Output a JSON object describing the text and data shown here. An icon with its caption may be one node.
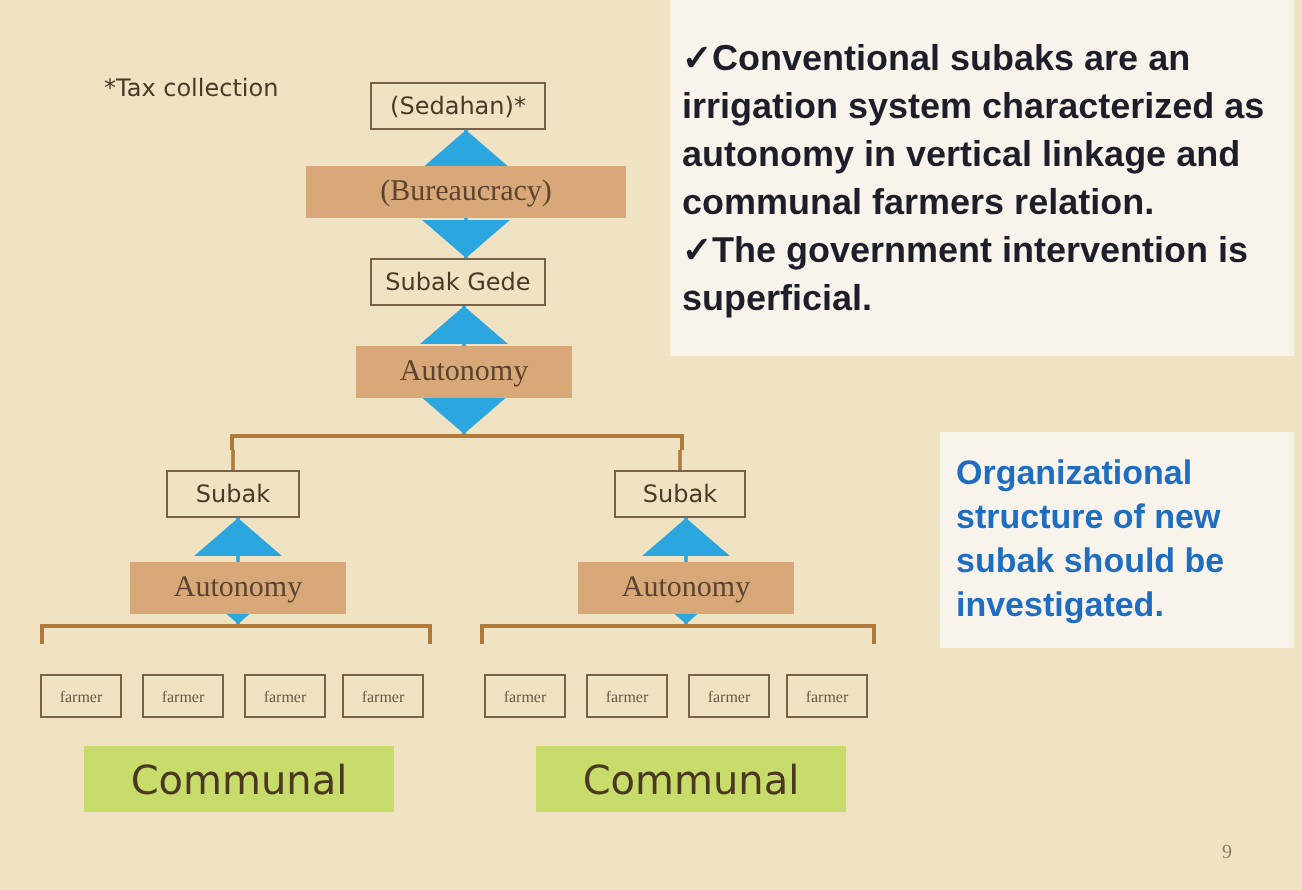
{
  "diagram": {
    "nodes": [
      {
        "text": [
          "(Sedahan)*"
        ]
      },
      {
        "text": [
          "(Bureaucracy)"
        ]
      },
      {
        "text": [
          "Subak Gede"
        ]
      },
      {
        "text": [
          "Autonomy"
        ]
      },
      {
        "text": [
          "Subak"
        ]
      },
      {
        "text": [
          "Subak"
        ]
      },
      {
        "text": [
          "Autonomy"
        ]
      },
      {
        "text": [
          "Autonomy"
        ]
      },
      {
        "text": [
          "farmer"
        ]
      },
      {
        "text": [
          "farmer"
        ]
      },
      {
        "text": [
          "farmer"
        ]
      },
      {
        "text": [
          "farmer"
        ]
      },
      {
        "text": [
          "farmer"
        ]
      },
      {
        "text": [
          "farmer"
        ]
      },
      {
        "text": [
          "farmer"
        ]
      },
      {
        "text": [
          "farmer"
        ]
      },
      {
        "text": [
          "Communal"
        ]
      },
      {
        "text": [
          "Communal"
        ]
      },
      {
        "text": [
          "✓Conventional subaks are an irrigation system characterized as autonomy in vertical linkage and communal farmers relation.",
          "✓The government intervention is superficial."
        ]
      },
      {
        "text": [
          "Organizational structure of new subak should be investigated."
        ]
      },
      {
        "text": [],
        "shape": "bracket"
      },
      {
        "text": [],
        "shape": "bracket"
      },
      {
        "text": [],
        "shape": "bracket"
      }
    ],
    "edges": [
      {
        "from": 1,
        "to": 0,
        "arrow": "to"
      },
      {
        "from": 1,
        "to": 2,
        "arrow": "to"
      },
      {
        "from": 3,
        "to": 2,
        "arrow": "to"
      },
      {
        "from": 3,
        "to": 20,
        "arrow": "to"
      },
      {
        "from": 20,
        "to": 4,
        "arrow": "none",
        "color": "#b07a3a"
      },
      {
        "from": 20,
        "to": 5,
        "arrow": "none",
        "color": "#b07a3a"
      },
      {
        "from": 6,
        "to": 4,
        "arrow": "to"
      },
      {
        "from": 7,
        "to": 5,
        "arrow": "to"
      },
      {
        "from": 6,
        "to": 21,
        "arrow": "to"
      },
      {
        "from": 7,
        "to": 22,
        "arrow": "to"
      }
    ],
    "labels": [
      "*Tax collection",
      "9"
    ]
  }
}
